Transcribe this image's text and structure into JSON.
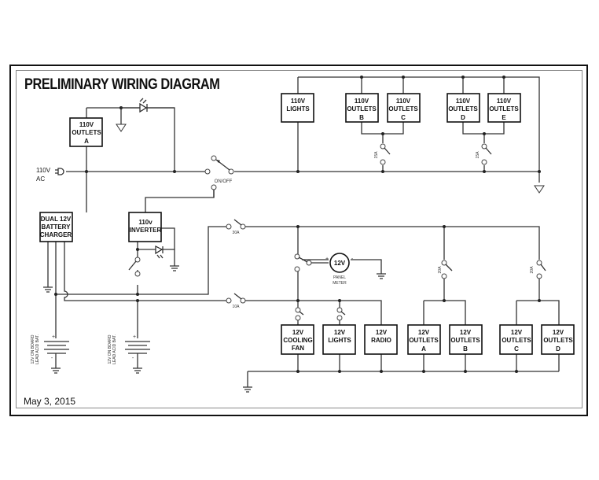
{
  "title": "PRELIMINARY WIRING DIAGRAM",
  "date": "May 3, 2015",
  "ac_input": {
    "line1": "110V",
    "line2": "AC"
  },
  "main_switch": {
    "label": "ON/OFF"
  },
  "components": {
    "outlets_110_a": [
      "110V",
      "OUTLETS",
      "A"
    ],
    "lights_110": [
      "110V",
      "LIGHTS"
    ],
    "outlets_110_b": [
      "110V",
      "OUTLETS",
      "B"
    ],
    "outlets_110_c": [
      "110V",
      "OUTLETS",
      "C"
    ],
    "outlets_110_d": [
      "110V",
      "OUTLETS",
      "D"
    ],
    "outlets_110_e": [
      "110V",
      "OUTLETS",
      "E"
    ],
    "charger": [
      "DUAL 12V",
      "BATTERY",
      "CHARGER"
    ],
    "inverter": [
      "110v",
      "INVERTER"
    ],
    "fan_12": [
      "12V",
      "COOLING",
      "FAN"
    ],
    "lights_12": [
      "12V",
      "LIGHTS"
    ],
    "radio_12": [
      "12V",
      "RADIO"
    ],
    "outlets_12_a": [
      "12V",
      "OUTLETS",
      "A"
    ],
    "outlets_12_b": [
      "12V",
      "OUTLETS",
      "B"
    ],
    "outlets_12_c": [
      "12V",
      "OUTLETS",
      "C"
    ],
    "outlets_12_d": [
      "12V",
      "OUTLETS",
      "D"
    ]
  },
  "breakers": {
    "ac_bc": "15A",
    "ac_de": "15A",
    "dc_main_top": "30A",
    "dc_main_bottom": "10A",
    "dc_outlets_ab": "20A",
    "dc_outlets_cd": "20A"
  },
  "panel_meter": {
    "reading": "12V",
    "label1": "PANEL",
    "label2": "METER",
    "plus": "+",
    "minus": "-"
  },
  "batteries": [
    {
      "line1": "12V ON BOARD",
      "line2": "LEAD ACID BAT.",
      "plus": "+",
      "minus": "-"
    },
    {
      "line1": "12V ON BOARD",
      "line2": "LEAD ACID BAT.",
      "plus": "+",
      "minus": "-"
    }
  ]
}
